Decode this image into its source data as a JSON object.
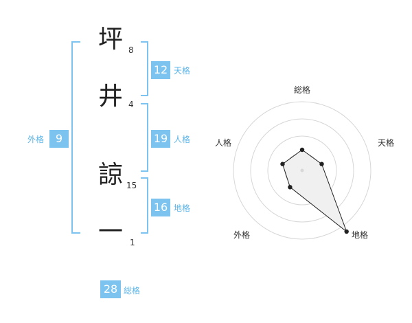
{
  "colors": {
    "accent": "#7cc4ef",
    "text": "#222222",
    "label": "#5bb5e8"
  },
  "name": {
    "chars": [
      {
        "char": "坪",
        "strokes": "8"
      },
      {
        "char": "井",
        "strokes": "4"
      },
      {
        "char": "諒",
        "strokes": "15"
      },
      {
        "char": "一",
        "strokes": "1"
      }
    ]
  },
  "kakusu": {
    "tenkaku": {
      "value": "12",
      "label": "天格"
    },
    "jinkaku": {
      "value": "19",
      "label": "人格"
    },
    "chikaku": {
      "value": "16",
      "label": "地格"
    },
    "gaikaku": {
      "value": "9",
      "label": "外格"
    },
    "soukaku": {
      "value": "28",
      "label": "総格"
    }
  },
  "chart_data": {
    "type": "radar",
    "axes": [
      "総格",
      "天格",
      "地格",
      "外格",
      "人格"
    ],
    "values": [
      0.3,
      0.3,
      1.1,
      0.3,
      0.3
    ],
    "rings": 4
  }
}
